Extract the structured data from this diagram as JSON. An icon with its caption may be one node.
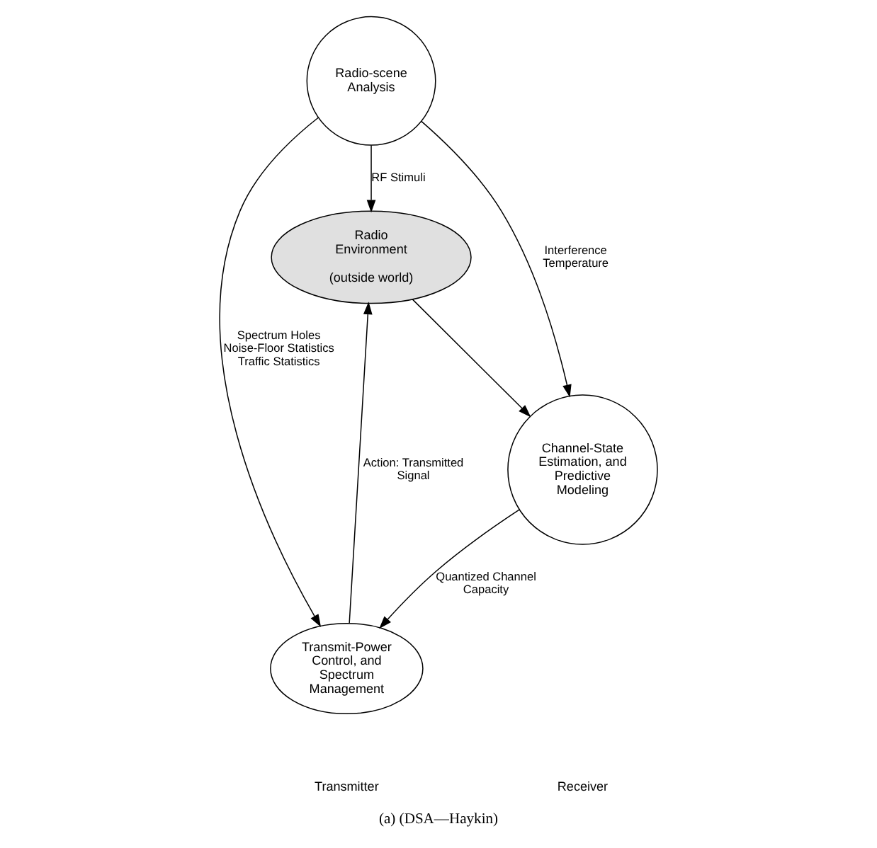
{
  "diagram": {
    "caption": "(a) (DSA—Haykin)",
    "nodes": [
      {
        "text": [
          "Radio Environment",
          "(outside world)"
        ]
      },
      {
        "text": [
          "Radio-scene Analysis"
        ]
      },
      {
        "text": [
          "Transmit-Power Control, and Spectrum Management"
        ]
      },
      {
        "text": [
          "Channel-State Estimation, and Predictive Modeling"
        ]
      }
    ],
    "edges": [
      {
        "from": 1,
        "to": 0,
        "arrow": "to",
        "label": "RF Stimuli"
      },
      {
        "from": 0,
        "to": 3,
        "arrow": "to"
      },
      {
        "from": 1,
        "to": 2,
        "arrow": "to",
        "label": "Spectrum Holes Noise-Floor Statistics Traffic Statistics"
      },
      {
        "from": 1,
        "to": 3,
        "arrow": "to",
        "label": "Interference Temperature"
      },
      {
        "from": 3,
        "to": 2,
        "arrow": "to",
        "label": "Quantized Channel Capacity"
      },
      {
        "from": 2,
        "to": 0,
        "arrow": "to",
        "label": "Action: Transmitted Signal"
      }
    ],
    "labels": [
      "Transmitter",
      "Receiver"
    ]
  }
}
